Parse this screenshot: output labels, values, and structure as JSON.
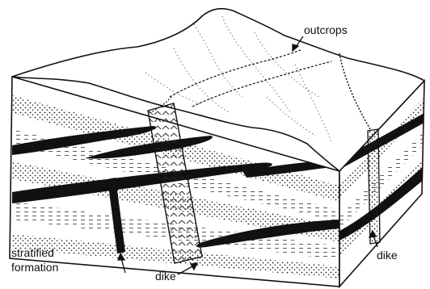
{
  "diagram": {
    "labels": {
      "outcrops": "outcrops",
      "stratified_line1": "stratified",
      "stratified_line2": "formation",
      "dike_front": "dike",
      "dike_right": "dike"
    },
    "colors": {
      "ink": "#111111",
      "paper": "#ffffff"
    }
  }
}
